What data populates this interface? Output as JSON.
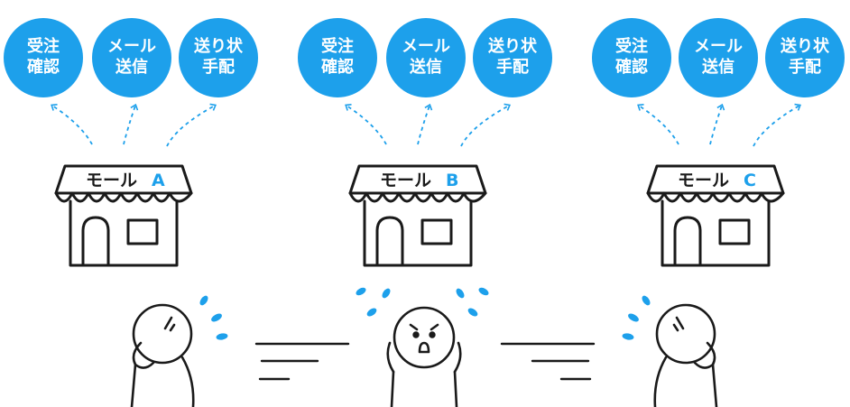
{
  "colors": {
    "accent": "#1da0eb",
    "ink": "#1a1a1a",
    "background": "#ffffff"
  },
  "malls": [
    {
      "sign": {
        "prefix": "モール",
        "letter": "A"
      },
      "tasks": [
        {
          "line1": "受注",
          "line2": "確認"
        },
        {
          "line1": "メール",
          "line2": "送信"
        },
        {
          "line1": "送り状",
          "line2": "手配"
        }
      ]
    },
    {
      "sign": {
        "prefix": "モール",
        "letter": "B"
      },
      "tasks": [
        {
          "line1": "受注",
          "line2": "確認"
        },
        {
          "line1": "メール",
          "line2": "送信"
        },
        {
          "line1": "送り状",
          "line2": "手配"
        }
      ]
    },
    {
      "sign": {
        "prefix": "モール",
        "letter": "C"
      },
      "tasks": [
        {
          "line1": "受注",
          "line2": "確認"
        },
        {
          "line1": "メール",
          "line2": "送信"
        },
        {
          "line1": "送り状",
          "line2": "手配"
        }
      ]
    }
  ],
  "icons": [
    "store-icon",
    "worried-person-icon",
    "panicked-person-icon",
    "dashed-arrow-icon",
    "sweat-drop-icon",
    "speed-lines"
  ]
}
